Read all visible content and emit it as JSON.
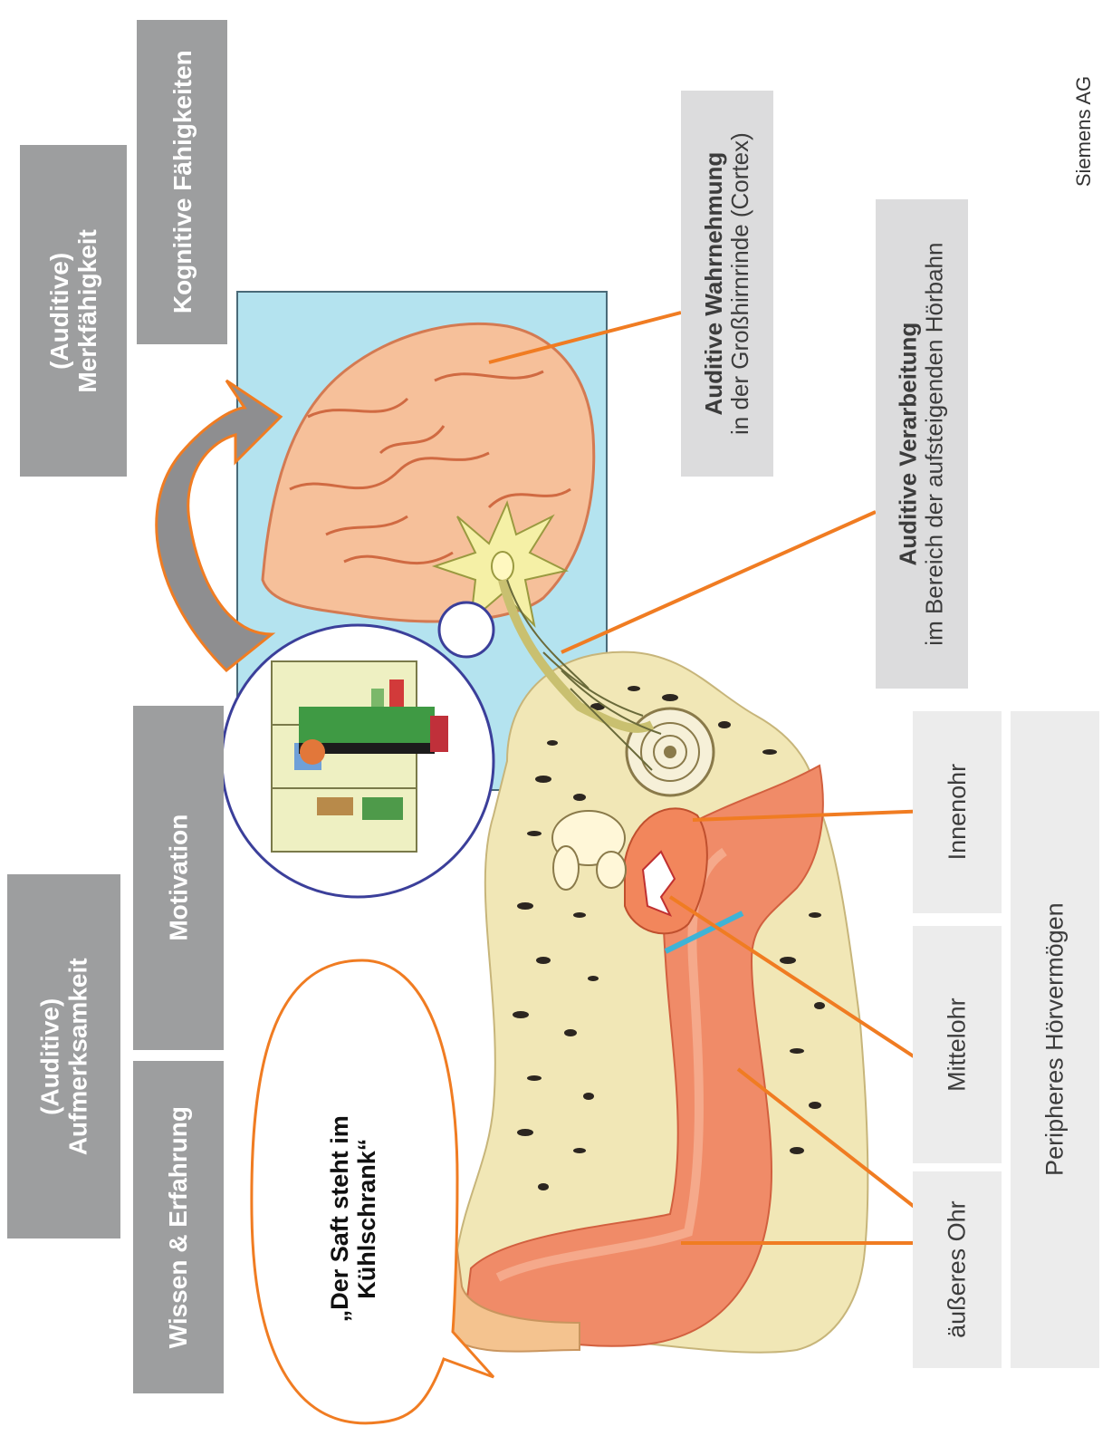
{
  "top_boxes": {
    "merk": {
      "line1": "(Auditive)",
      "line2": "Merkfähigkeit"
    },
    "kognitiv": "Kognitive Fähigkeiten",
    "aufmerk": {
      "line1": "(Auditive)",
      "line2": "Aufmerksamkeit"
    },
    "motivation": "Motivation",
    "wissen": "Wissen & Erfahrung"
  },
  "labels": {
    "wahrnehmung": {
      "bold": "Auditive Wahrnehmung",
      "sub": "in der Großhirnrinde (Cortex)"
    },
    "verarbeitung": {
      "bold": "Auditive Verarbeitung",
      "sub": "im Bereich der aufsteigenden Hörbahn"
    },
    "innenohr": "Innenohr",
    "mittelohr": "Mittelohr",
    "aeusseres": "äußeres Ohr",
    "peripher": "Peripheres Hörvermögen"
  },
  "speech_bubble": {
    "line1": "„Der Saft steht im",
    "line2": "Kühlschrank“"
  },
  "credit": "Siemens AG",
  "colors": {
    "dark_box": "#9d9e9f",
    "light_box": "#dcdcdd",
    "pale_box": "#ececec",
    "pointer": "#f07c22",
    "panel": "#b4e3ef",
    "brain": "#f6c09a"
  }
}
